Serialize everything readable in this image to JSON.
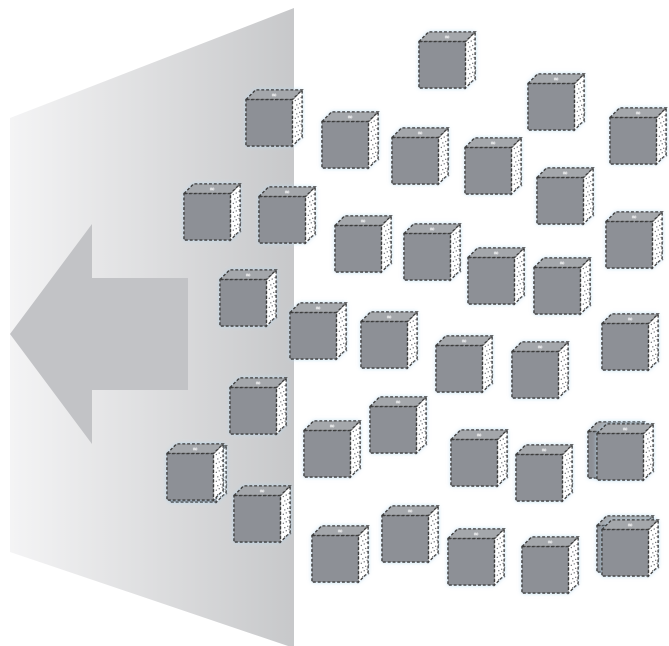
{
  "image": {
    "kind": "illustration",
    "background": "#ffffff",
    "arrow_direction": "left",
    "cube_icon": "infinity-icon",
    "cube_count": 37
  },
  "colors": {
    "panel_light": "#f4f4f5",
    "panel_dark": "#c7c8ca",
    "arrow": "#c2c3c6",
    "cube_front": "#8d9096",
    "cube_top": "#a4a7ab",
    "cube_side": "#ffffff",
    "cube_dash": "#3c3c3c",
    "glow": "#b7d8f0"
  }
}
